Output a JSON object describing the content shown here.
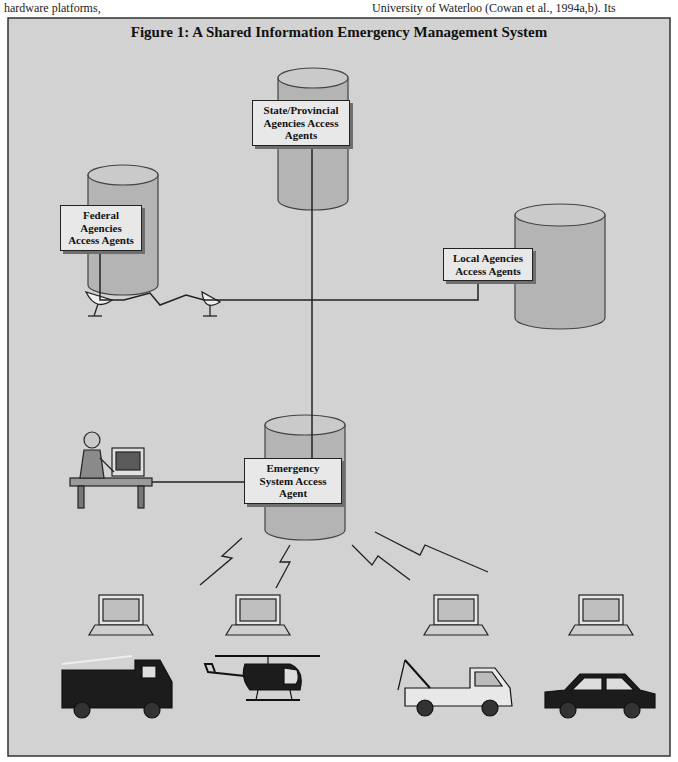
{
  "diagram": {
    "title": "Figure 1: A Shared Information Emergency Management System",
    "nodes": [
      {
        "text": [
          "State/Provincial Agencies Access Agents"
        ]
      },
      {
        "text": [
          "Federal Agencies Access Agents"
        ]
      },
      {
        "text": [
          "Local Agencies Access Agents"
        ]
      },
      {
        "text": [
          "Emergency System Access Agent"
        ]
      }
    ],
    "edges": [
      {
        "from": 1,
        "to": 2,
        "arrow": "none"
      },
      {
        "from": 0,
        "to": 3,
        "arrow": "none"
      }
    ],
    "labels": [
      "hardware platforms,",
      "University of Waterloo (Cowan et al., 1994a,b). Its"
    ]
  }
}
